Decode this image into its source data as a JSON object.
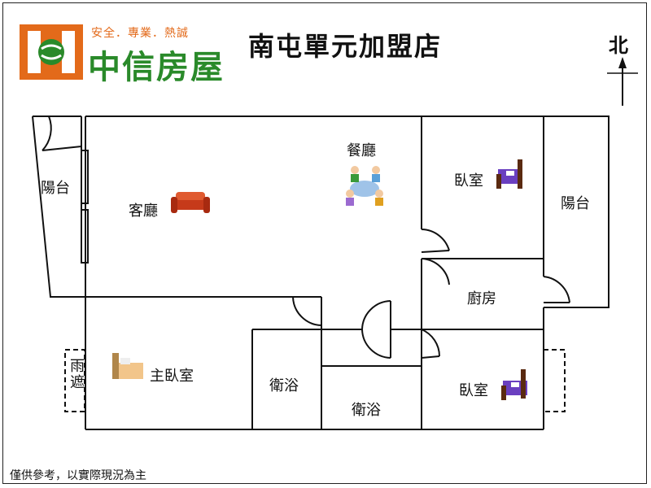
{
  "header": {
    "slogan": "安全．專業．熱誠",
    "brand": "中信房屋",
    "store": "南屯單元加盟店",
    "compass": "北"
  },
  "rooms": {
    "balcony_west": "陽台",
    "living": "客廳",
    "dining": "餐廳",
    "bedroom_ne": "臥室",
    "balcony_east": "陽台",
    "kitchen": "廚房",
    "master": "主臥室",
    "canopy": "雨遮",
    "bath1": "衛浴",
    "bath2": "衛浴",
    "bedroom_se": "臥室"
  },
  "footer": {
    "disclaimer": "僅供參考，以實際現況為主"
  },
  "colors": {
    "brand_green": "#2a8a2a",
    "brand_orange": "#e36a1a",
    "wall": "#111111"
  },
  "icons": {
    "sofa": "sofa-icon",
    "dining_people": "dining-table-icon",
    "bed": "bed-icon"
  }
}
